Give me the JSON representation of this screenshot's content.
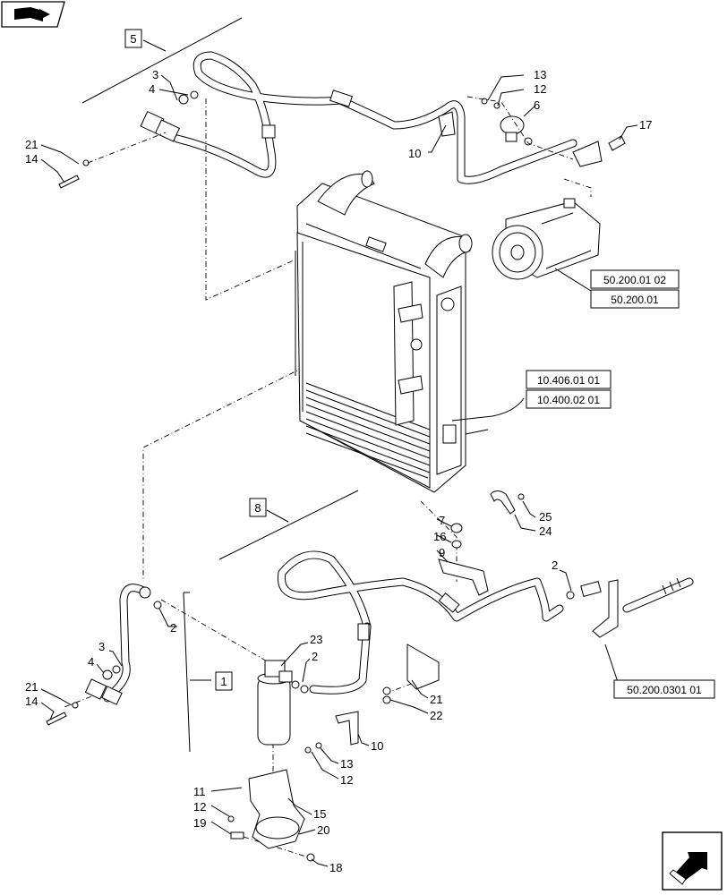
{
  "callouts": {
    "c2a": "2",
    "c2b": "2",
    "c2c": "2",
    "c3a": "3",
    "c3b": "3",
    "c4a": "4",
    "c4b": "4",
    "c6": "6",
    "c7": "7",
    "c9": "9",
    "c10a": "10",
    "c10b": "10",
    "c11": "11",
    "c12a": "12",
    "c12b": "12",
    "c12c": "12",
    "c13a": "13",
    "c13b": "13",
    "c14a": "14",
    "c14b": "14",
    "c15": "15",
    "c16": "16",
    "c17": "17",
    "c18": "18",
    "c19": "19",
    "c20": "20",
    "c21a": "21",
    "c21b": "21",
    "c21c": "21",
    "c22": "22",
    "c23": "23",
    "c24": "24",
    "c25": "25"
  },
  "group_boxes": {
    "g5": "5",
    "g8": "8",
    "g1": "1"
  },
  "references": {
    "r1": "50.200.01 02",
    "r2": "50.200.01",
    "r3": "10.406.01 01",
    "r4": "10.400.02 01",
    "r5": "50.200.0301 01"
  },
  "icons": {
    "corner_top_left": "book-arrow-icon",
    "corner_bottom_right": "next-page-arrow-icon"
  }
}
